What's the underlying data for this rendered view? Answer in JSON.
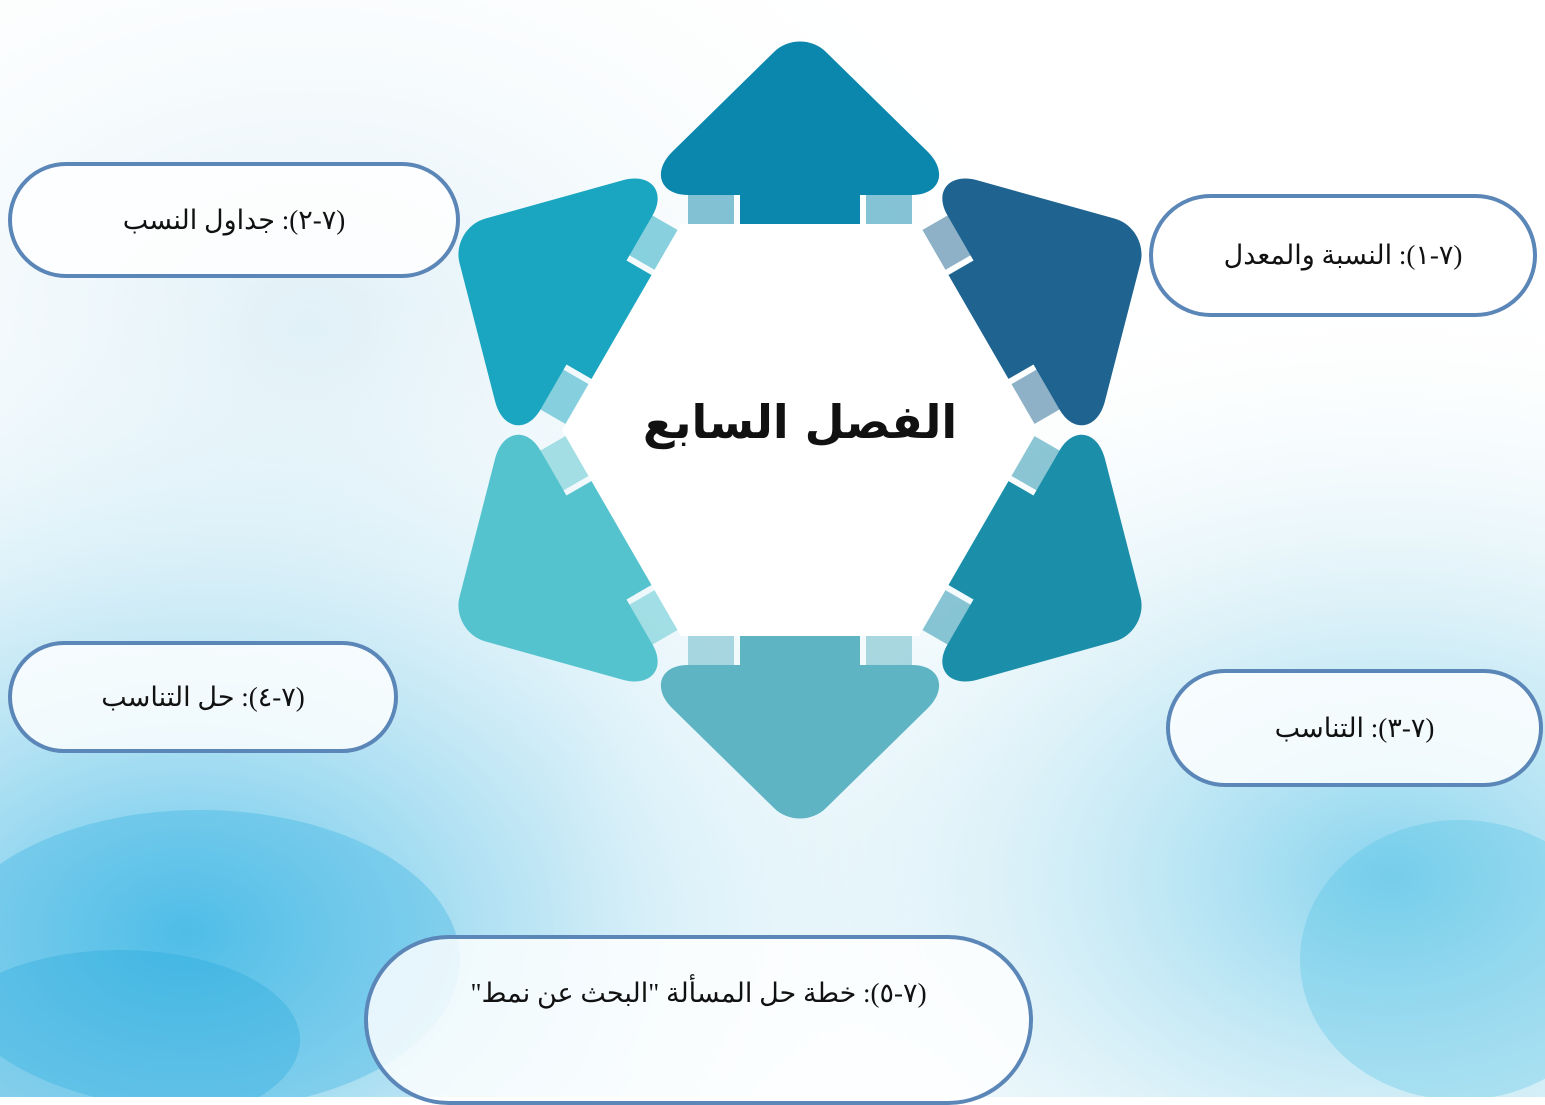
{
  "center": {
    "title": "الفصل السابع"
  },
  "sections": [
    {
      "label": "(٧-١): النسبة والمعدل"
    },
    {
      "label": "(٧-٢): جداول النسب"
    },
    {
      "label": "(٧-٣): التناسب"
    },
    {
      "label": "(٧-٤): حل التناسب"
    },
    {
      "label": "(٧-٥): خطة حل المسألة \"البحث عن نمط\""
    }
  ],
  "colors": {
    "arrow_up": "#0b86ac",
    "arrow_upper_right": "#1f6390",
    "arrow_upper_left": "#1aa5c0",
    "arrow_lower_right": "#1b8ea9",
    "arrow_lower_left": "#55c3ce",
    "arrow_down": "#5eb4c3",
    "pill_border": "#5b86b8"
  }
}
